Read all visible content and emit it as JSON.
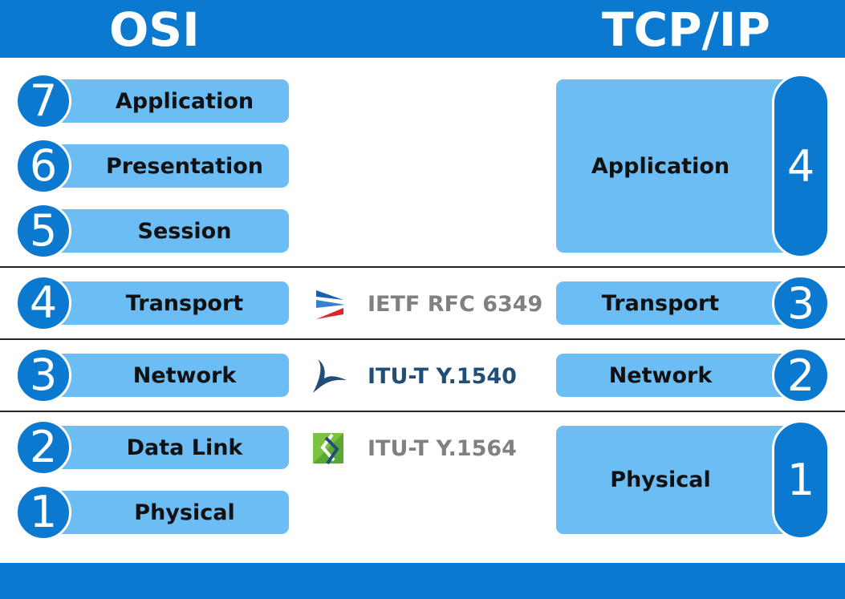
{
  "header": {
    "left_title": "OSI",
    "right_title": "TCP/IP"
  },
  "osi_layers": [
    {
      "num": "7",
      "label": "Application"
    },
    {
      "num": "6",
      "label": "Presentation"
    },
    {
      "num": "5",
      "label": "Session"
    },
    {
      "num": "4",
      "label": "Transport"
    },
    {
      "num": "3",
      "label": "Network"
    },
    {
      "num": "2",
      "label": "Data Link"
    },
    {
      "num": "1",
      "label": "Physical"
    }
  ],
  "tcpip_layers": [
    {
      "num": "4",
      "label": "Application"
    },
    {
      "num": "3",
      "label": "Transport"
    },
    {
      "num": "2",
      "label": "Network"
    },
    {
      "num": "1",
      "label": "Physical"
    }
  ],
  "standards": [
    {
      "label": "IETF RFC 6349",
      "icon": "ietf-arrows-icon",
      "color": "#808080"
    },
    {
      "label": "ITU-T Y.1540",
      "icon": "swoosh-icon",
      "color": "#1f4e79"
    },
    {
      "label": "ITU-T Y.1564",
      "icon": "green-chevron-icon",
      "color": "#808080"
    }
  ],
  "colors": {
    "band": "#0b79cf",
    "pill": "#6dbdf5",
    "text": "#111111"
  }
}
